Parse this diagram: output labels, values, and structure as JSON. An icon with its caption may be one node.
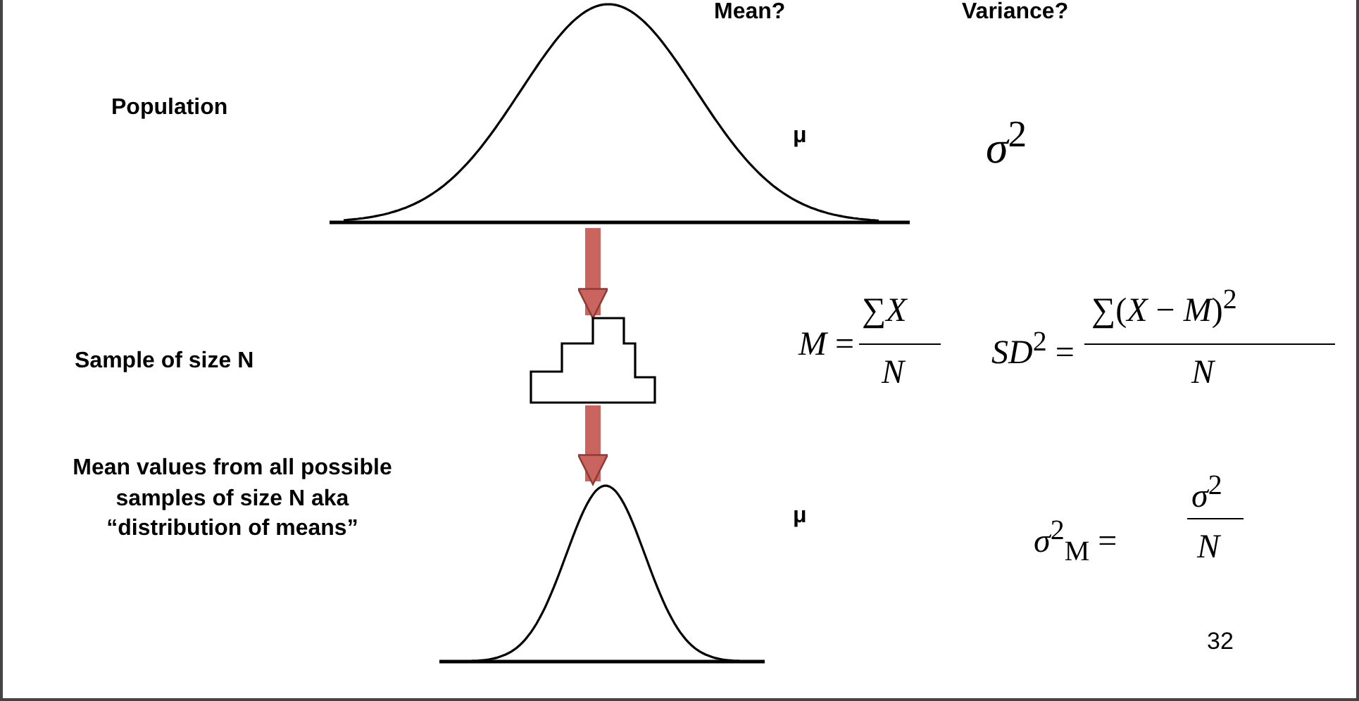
{
  "diagram": {
    "nodes": [
      {
        "text": [],
        "shape": "picture"
      },
      {
        "text": [],
        "shape": "picture"
      },
      {
        "text": [],
        "shape": "picture"
      }
    ],
    "edges": [
      {
        "from": 0,
        "to": 1,
        "arrow": "to"
      },
      {
        "from": 1,
        "to": 2,
        "arrow": "to"
      }
    ],
    "labels": [
      "Mean?",
      "Variance?",
      "Population",
      "μ",
      "*σ*$^{2}$",
      "Sample of size N",
      "*M* =",
      "∑*X*",
      "*N*",
      "*SD*$^{2}$ =",
      "∑(*X* − *M*)$^{2}$",
      "*N*",
      "Mean values from all possible samples of size N aka “distribution of means”",
      "μ",
      "*σ*$^{2}$$_{M}$ =",
      "*σ*$^{2}$",
      "*N*",
      "32"
    ]
  }
}
